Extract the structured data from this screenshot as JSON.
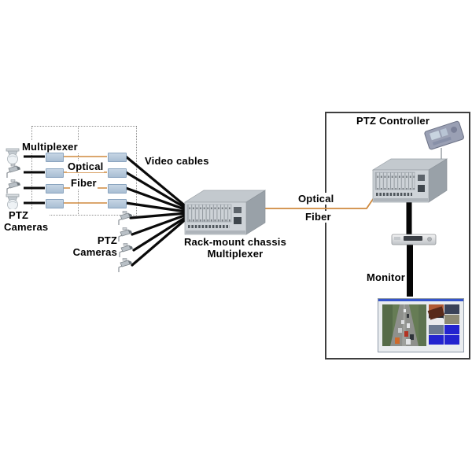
{
  "camera_side": {
    "multiplexer_label": "Multiplexer",
    "optical_label": "Optical",
    "fiber_label": "Fiber",
    "upper_cameras_label_line1": "PTZ",
    "upper_cameras_label_line2": "Cameras",
    "lower_cameras_label_line1": "PTZ",
    "lower_cameras_label_line2": "Cameras",
    "video_cables_label": "Video cables",
    "chassis_label_line1": "Rack-mount chassis",
    "chassis_label_line2": "Multiplexer"
  },
  "link": {
    "optical_label": "Optical",
    "fiber_label": "Fiber"
  },
  "control_room": {
    "ptz_controller_label": "PTZ Controller",
    "monitor_label": "Monitor"
  },
  "monitor_screen": {
    "thumbnail_colors": [
      "#b05a34",
      "#3a4258",
      "#23262e",
      "#8d8973",
      "#6b7890",
      "#2323cf",
      "#2323cf",
      "#2323cf"
    ]
  },
  "colors": {
    "optical_fiber_line": "#cf8a3e",
    "video_cable_line": "#0a0a0a",
    "mux_box_fill": "#b7c9dc",
    "mux_box_border": "#8aa4bf",
    "monitor_blue": "#2323cf"
  },
  "icons": {
    "dome_camera": "ptz-dome-camera-icon",
    "bracket_camera": "ptz-camera-icon"
  }
}
